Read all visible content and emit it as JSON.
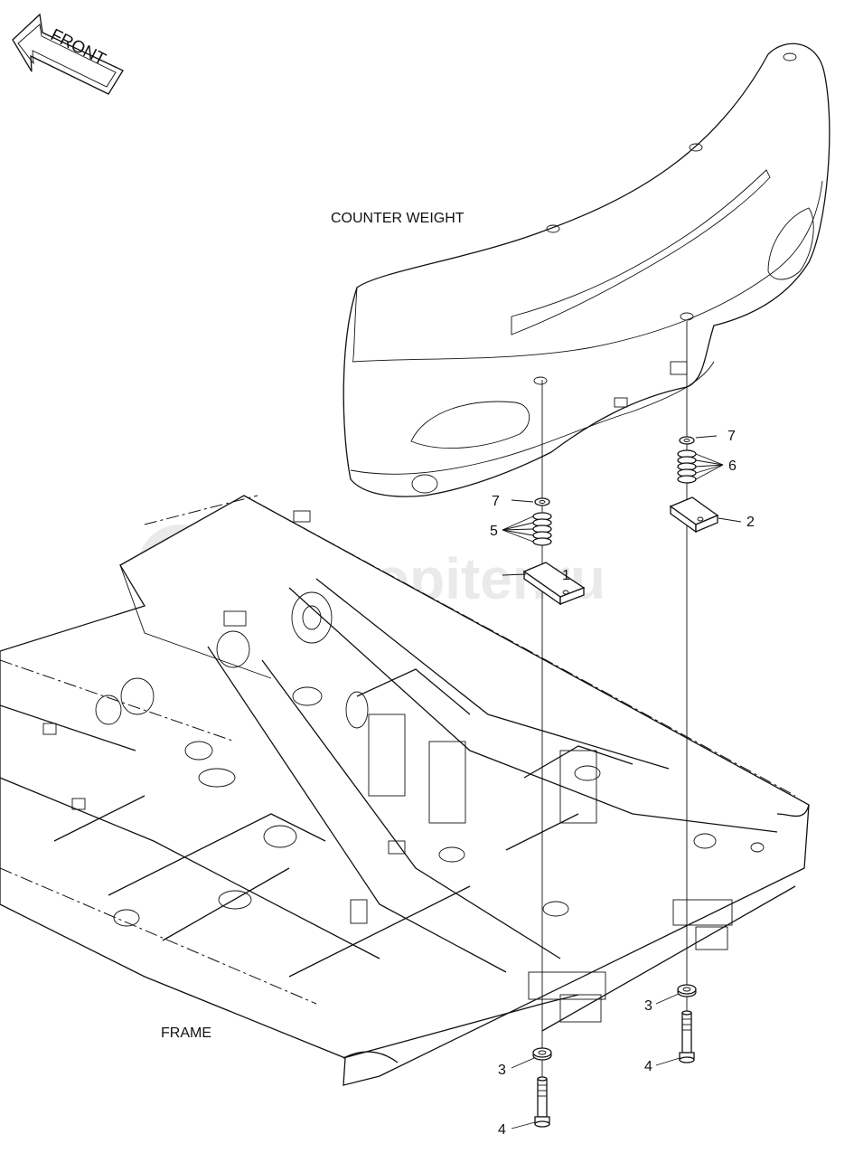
{
  "diagram": {
    "direction_label": "FRONT",
    "counterweight_label": "COUNTER WEIGHT",
    "frame_label": "FRAME",
    "watermark": "autopiter.ru",
    "callouts": [
      "1",
      "2",
      "3",
      "3",
      "4",
      "4",
      "5",
      "6",
      "7",
      "7"
    ]
  }
}
